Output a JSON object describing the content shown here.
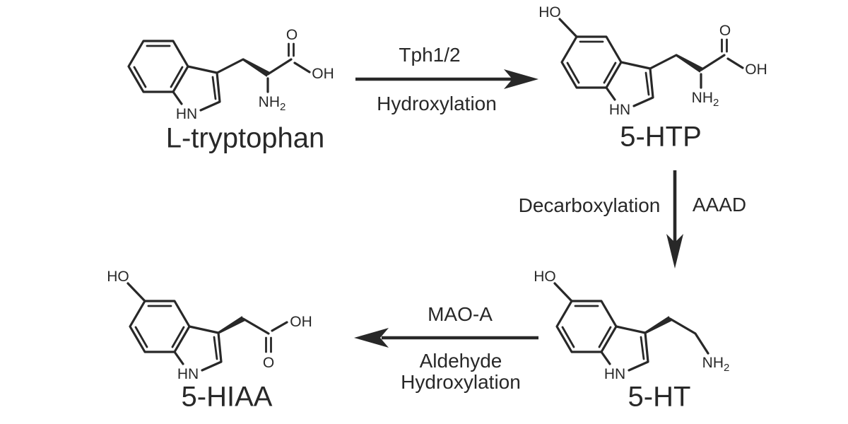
{
  "figure": {
    "background": "#ffffff",
    "ink": "#282828",
    "description": "Serotonin synthesis and degradation pathway"
  },
  "molecules": [
    {
      "name": "L-tryptophan",
      "atoms": {
        "hn": "HN",
        "nh_base": "NH",
        "nh_sub": "2",
        "o": "O",
        "oh": "OH"
      }
    },
    {
      "name": "5-HTP",
      "atoms": {
        "ho": "HO",
        "hn": "HN",
        "nh_base": "NH",
        "nh_sub": "2",
        "o": "O",
        "oh": "OH"
      }
    },
    {
      "name": "5-HT",
      "atoms": {
        "ho": "HO",
        "hn": "HN",
        "nh_base": "NH",
        "nh_sub": "2"
      }
    },
    {
      "name": "5-HIAA",
      "atoms": {
        "ho": "HO",
        "hn": "HN",
        "oh": "OH",
        "o": "O"
      }
    }
  ],
  "reactions": [
    {
      "enzyme": "Tph1/2",
      "process": "Hydroxylation",
      "direction": "right"
    },
    {
      "enzyme": "AAAD",
      "process": "Decarboxylation",
      "direction": "down"
    },
    {
      "enzyme": "MAO-A",
      "process_line1": "Aldehyde",
      "process_line2": "Hydroxylation",
      "direction": "left"
    }
  ]
}
